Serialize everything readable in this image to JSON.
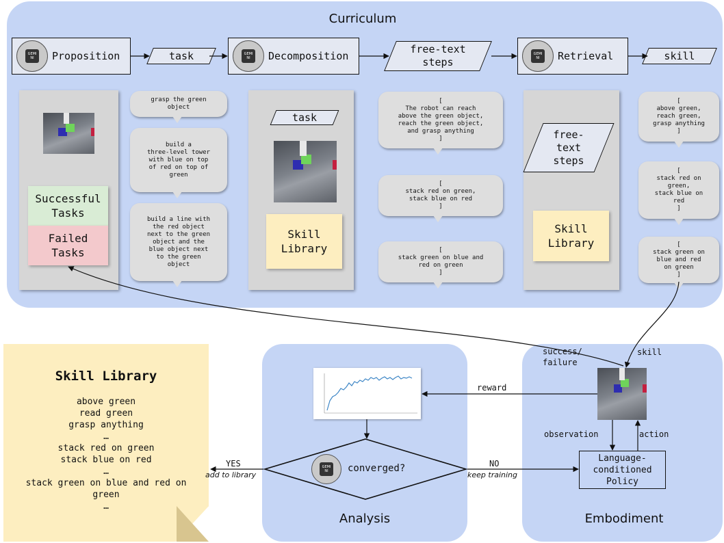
{
  "curriculum": {
    "title": "Curriculum",
    "proposition_label": "Proposition",
    "task_label": "task",
    "decomposition_label": "Decomposition",
    "free_text_label": "free-text\nsteps",
    "retrieval_label": "Retrieval",
    "skill_label": "skill",
    "chip_text": "GEMI\nNI"
  },
  "col1": {
    "successful": "Successful\nTasks",
    "failed": "Failed\nTasks"
  },
  "task_bubbles": [
    "grasp the green\nobject",
    "build a\nthree-level tower\nwith blue on top\nof red on top of\ngreen",
    "build a line with\nthe red object\nnext to the green\nobject and the\nblue object next\nto the green\nobject"
  ],
  "col3": {
    "task_label": "task",
    "library_label": "Skill\nLibrary"
  },
  "step_bubbles": [
    "[\nThe robot can reach\nabove the green object,\nreach the green object,\nand grasp anything\n]",
    "[\nstack red on green,\nstack blue on red\n]",
    "[\nstack green on blue and\nred on green\n]"
  ],
  "col5": {
    "free_text_label": "free-\ntext\nsteps",
    "library_label": "Skill\nLibrary"
  },
  "skill_bubbles": [
    "[\nabove green,\nreach green,\ngrasp anything\n]",
    "[\nstack red on\ngreen,\nstack blue on\nred\n]",
    "[\nstack green on\nblue and red\non green\n]"
  ],
  "skill_library": {
    "title": "Skill Library",
    "lines": [
      "above green",
      "read green",
      "grasp anything",
      "…",
      "stack red on green",
      "stack blue on red",
      "…",
      "stack green on blue and red on",
      "green",
      "…"
    ]
  },
  "analysis": {
    "title": "Analysis",
    "decision": "converged?",
    "yes": "YES",
    "yes_sub": "add to library",
    "no": "NO",
    "no_sub": "keep training",
    "reward": "reward"
  },
  "embodiment": {
    "title": "Embodiment",
    "success_failure": "success/\nfailure",
    "skill": "skill",
    "observation": "observation",
    "action": "action",
    "policy": "Language-\nconditioned\nPolicy"
  },
  "colors": {
    "panel": "#c5d5f5",
    "column": "#d6d6d6",
    "success": "#d9ecd5",
    "failed": "#f3c9cc",
    "sticky": "#fdeec0"
  }
}
